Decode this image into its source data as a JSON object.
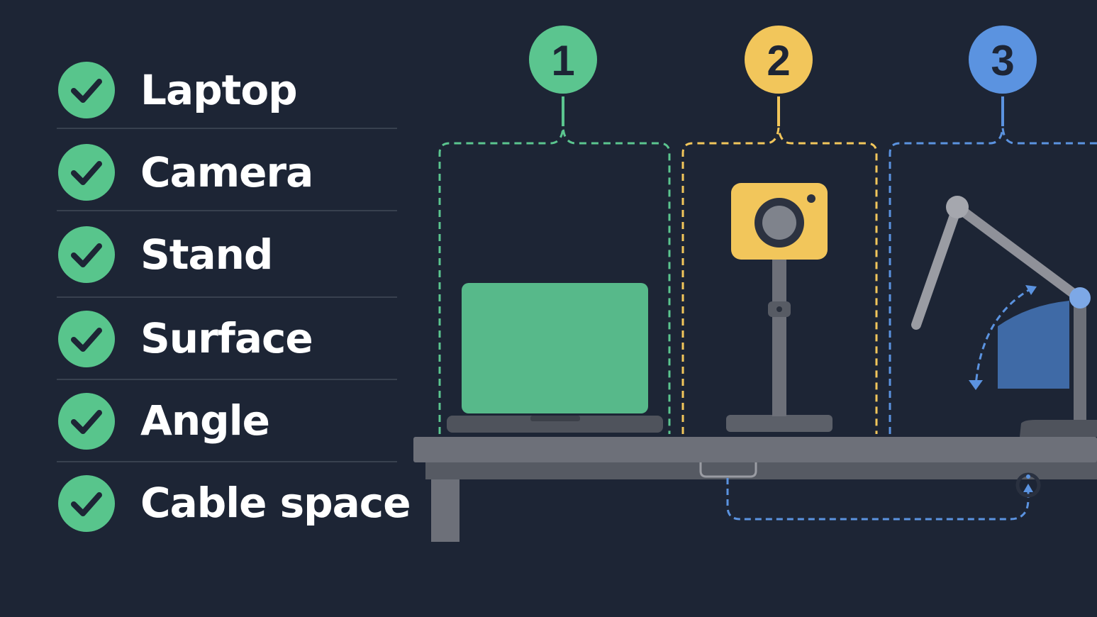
{
  "checklist": {
    "items": [
      {
        "label": "Laptop",
        "icon": "check-circle-icon"
      },
      {
        "label": "Camera",
        "icon": "check-circle-icon"
      },
      {
        "label": "Stand",
        "icon": "check-circle-icon"
      },
      {
        "label": "Surface",
        "icon": "check-circle-icon"
      },
      {
        "label": "Angle",
        "icon": "check-circle-icon"
      },
      {
        "label": "Cable space",
        "icon": "check-circle-icon"
      }
    ]
  },
  "steps": [
    {
      "number": "1",
      "color": "#5bc58f"
    },
    {
      "number": "2",
      "color": "#f2c65b"
    },
    {
      "number": "3",
      "color": "#5b93e0"
    }
  ],
  "colors": {
    "background": "#1d2535",
    "check_green": "#58c58c",
    "divider": "#38414f",
    "desk": "#6d7079",
    "desk_dark": "#565a63",
    "laptop_screen": "#57b98a",
    "camera_body": "#f2c65b",
    "lamp_arm": "#9a9ca3",
    "lamp_light": "#3f6aa6",
    "cable_dash": "#5b93e0"
  }
}
